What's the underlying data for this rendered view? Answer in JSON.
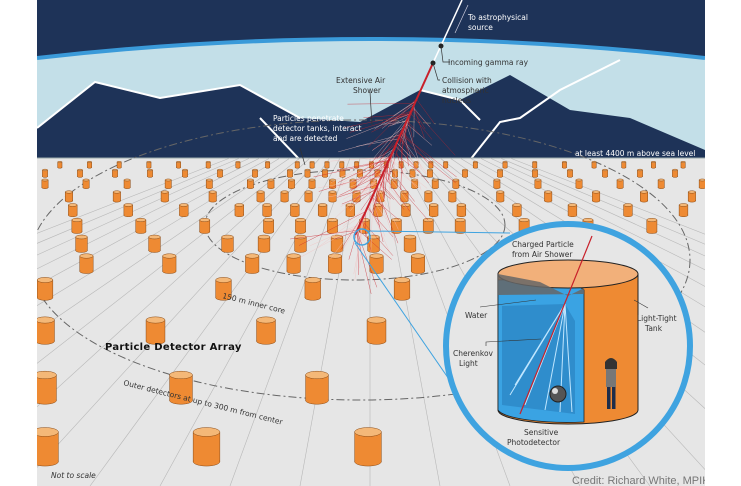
{
  "labels": {
    "astro_source_1": "To astrophysical",
    "astro_source_2": "source",
    "gamma_ray": "Incoming gamma ray",
    "collision_1": "Collision with",
    "collision_2": "atmospheric",
    "collision_3": "nucleus",
    "air_shower_1": "Extensive Air",
    "air_shower_2": "Shower",
    "penetrate_1": "Particles penetrate",
    "penetrate_2": "detector tanks, interact",
    "penetrate_3": "and are detected",
    "altitude": "at least 4400 m above sea level",
    "inner_core": "150 m inner core",
    "array_title": "Particle Detector Array",
    "outer": "Outer detectors at up to 300 m from center",
    "not_to_scale": "Not to scale",
    "credit": "Credit: Richard White, MPIK"
  },
  "inset": {
    "charged_1": "Charged Particle",
    "charged_2": "from Air Shower",
    "water": "Water",
    "cherenkov_1": "Cherenkov",
    "cherenkov_2": "Light",
    "tank_1": "Light-Tight",
    "tank_2": "Tank",
    "photo_1": "Sensitive",
    "photo_2": "Photodetector"
  },
  "colors": {
    "sky": "#1e3358",
    "atmosphere": "#c3dfe8",
    "atmosphere_edge": "#3a9ad9",
    "ground": "#e6e6e6",
    "tank": "#ee8a33",
    "tank_top": "#f4b878",
    "ring": "#3fa3e0",
    "shower": "#c8202a"
  }
}
